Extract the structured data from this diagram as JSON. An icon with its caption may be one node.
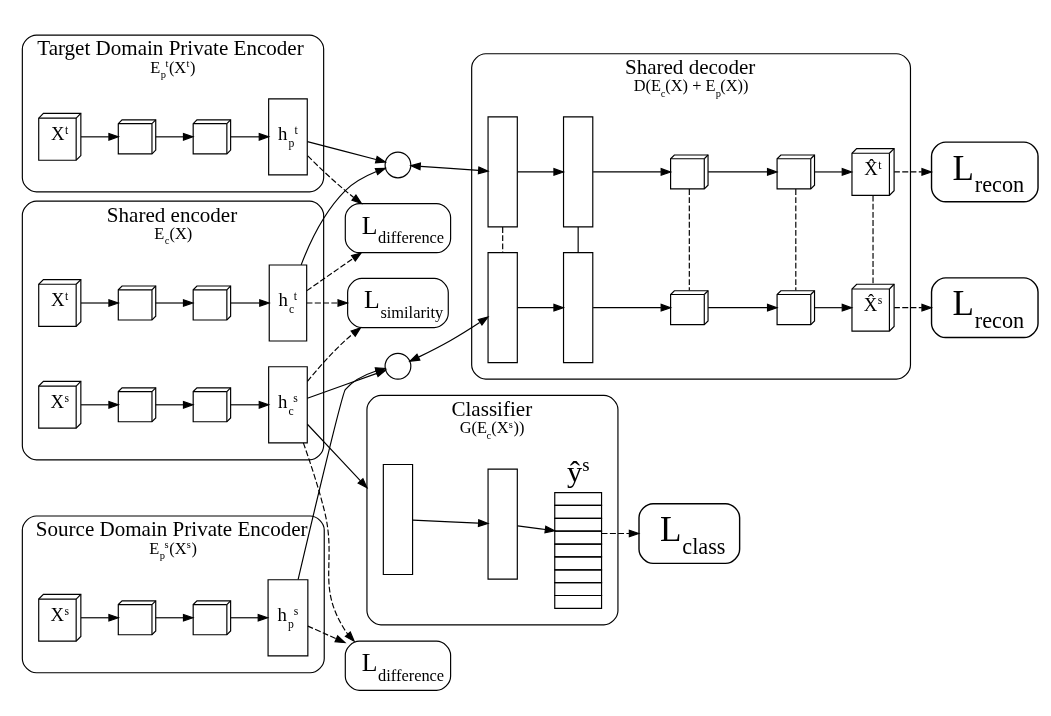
{
  "diagram": {
    "nodes": [
      {
        "text": [
          "Target Domain Private Encoder",
          "E$_{p}$$^{t}$(X$^{t}$)"
        ]
      },
      {
        "text": [
          "X$^{t}$"
        ],
        "in": 0
      },
      {
        "text": [],
        "shape": "cube",
        "in": 0
      },
      {
        "text": [],
        "shape": "cube",
        "in": 0
      },
      {
        "text": [
          "h$_{p}$$^{t}$"
        ],
        "in": 0
      },
      {
        "text": [
          "Shared encoder",
          "E$_{c}$(X)"
        ]
      },
      {
        "text": [
          "X$^{t}$"
        ],
        "in": 5
      },
      {
        "text": [],
        "shape": "cube",
        "in": 5
      },
      {
        "text": [],
        "shape": "cube",
        "in": 5
      },
      {
        "text": [
          "h$_{c}$$^{t}$"
        ],
        "in": 5
      },
      {
        "text": [
          "X$^{s}$"
        ],
        "in": 5
      },
      {
        "text": [],
        "shape": "cube",
        "in": 5
      },
      {
        "text": [],
        "shape": "cube",
        "in": 5
      },
      {
        "text": [
          "h$_{c}$$^{s}$"
        ],
        "in": 5
      },
      {
        "text": [
          "Source Domain Private Encoder",
          "E$_{p}$$^{s}$(X$^{s}$)"
        ]
      },
      {
        "text": [
          "X$^{s}$"
        ],
        "in": 14
      },
      {
        "text": [],
        "shape": "cube",
        "in": 14
      },
      {
        "text": [],
        "shape": "cube",
        "in": 14
      },
      {
        "text": [
          "h$_{p}$$^{s}$"
        ],
        "in": 14
      },
      {
        "text": [
          "L$_{difference}$"
        ]
      },
      {
        "text": [
          "L$_{similarity}$"
        ]
      },
      {
        "text": [
          "L$_{difference}$"
        ]
      },
      {
        "text": [],
        "shape": "circle"
      },
      {
        "text": [],
        "shape": "circle"
      },
      {
        "text": [
          "Shared decoder",
          "D(E$_{c}$(X) + E$_{p}$(X))"
        ]
      },
      {
        "text": [],
        "shape": "bar",
        "in": 24
      },
      {
        "text": [],
        "shape": "bar",
        "in": 24
      },
      {
        "text": [],
        "shape": "cube",
        "in": 24
      },
      {
        "text": [],
        "shape": "cube",
        "in": 24
      },
      {
        "text": [
          "X̂$^{t}$"
        ],
        "in": 24
      },
      {
        "text": [],
        "shape": "bar",
        "in": 24
      },
      {
        "text": [],
        "shape": "bar",
        "in": 24
      },
      {
        "text": [],
        "shape": "cube",
        "in": 24
      },
      {
        "text": [],
        "shape": "cube",
        "in": 24
      },
      {
        "text": [
          "X̂$^{s}$"
        ],
        "in": 24
      },
      {
        "text": [
          "L$_{recon}$"
        ]
      },
      {
        "text": [
          "L$_{recon}$"
        ]
      },
      {
        "text": [
          "Classifier",
          "G(E$_{c}$(X$^{s}$))"
        ]
      },
      {
        "text": [],
        "shape": "bar",
        "in": 37
      },
      {
        "text": [],
        "shape": "bar",
        "in": 37
      },
      {
        "text": [
          "ŷ$^{s}$"
        ],
        "in": 37
      },
      {
        "text": [
          "L$_{class}$"
        ]
      }
    ],
    "edges": [
      {
        "from": 1,
        "to": 2,
        "arrow": "to"
      },
      {
        "from": 2,
        "to": 3,
        "arrow": "to"
      },
      {
        "from": 3,
        "to": 4,
        "arrow": "to"
      },
      {
        "from": 6,
        "to": 7,
        "arrow": "to"
      },
      {
        "from": 7,
        "to": 8,
        "arrow": "to"
      },
      {
        "from": 8,
        "to": 9,
        "arrow": "to"
      },
      {
        "from": 10,
        "to": 11,
        "arrow": "to"
      },
      {
        "from": 11,
        "to": 12,
        "arrow": "to"
      },
      {
        "from": 12,
        "to": 13,
        "arrow": "to"
      },
      {
        "from": 15,
        "to": 16,
        "arrow": "to"
      },
      {
        "from": 16,
        "to": 17,
        "arrow": "to"
      },
      {
        "from": 17,
        "to": 18,
        "arrow": "to"
      },
      {
        "from": 4,
        "to": 19,
        "arrow": "to",
        "style": "dashed"
      },
      {
        "from": 9,
        "to": 19,
        "arrow": "to",
        "style": "dashed"
      },
      {
        "from": 9,
        "to": 20,
        "arrow": "to",
        "style": "dashed"
      },
      {
        "from": 13,
        "to": 20,
        "arrow": "to",
        "style": "dashed"
      },
      {
        "from": 13,
        "to": 21,
        "arrow": "to",
        "style": "dashed"
      },
      {
        "from": 18,
        "to": 21,
        "arrow": "to",
        "style": "dashed"
      },
      {
        "from": 4,
        "to": 22,
        "arrow": "to"
      },
      {
        "from": 9,
        "to": 22,
        "arrow": "to"
      },
      {
        "from": 13,
        "to": 23,
        "arrow": "to"
      },
      {
        "from": 18,
        "to": 23,
        "arrow": "to"
      },
      {
        "from": 13,
        "to": 37,
        "arrow": "to"
      },
      {
        "from": 22,
        "to": 25,
        "arrow": "both"
      },
      {
        "from": 23,
        "to": 30,
        "arrow": "both"
      },
      {
        "from": 25,
        "to": 26,
        "arrow": "to"
      },
      {
        "from": 26,
        "to": 27,
        "arrow": "to"
      },
      {
        "from": 27,
        "to": 28,
        "arrow": "to"
      },
      {
        "from": 28,
        "to": 29,
        "arrow": "to"
      },
      {
        "from": 30,
        "to": 31,
        "arrow": "to"
      },
      {
        "from": 31,
        "to": 32,
        "arrow": "to"
      },
      {
        "from": 32,
        "to": 33,
        "arrow": "to"
      },
      {
        "from": 33,
        "to": 34,
        "arrow": "to"
      },
      {
        "from": 25,
        "to": 30,
        "arrow": "none",
        "style": "dashed"
      },
      {
        "from": 26,
        "to": 31,
        "arrow": "none"
      },
      {
        "from": 27,
        "to": 32,
        "arrow": "none",
        "style": "dashed"
      },
      {
        "from": 28,
        "to": 33,
        "arrow": "none",
        "style": "dashed"
      },
      {
        "from": 29,
        "to": 34,
        "arrow": "none",
        "style": "dashed"
      },
      {
        "from": 29,
        "to": 35,
        "arrow": "to",
        "style": "dashed"
      },
      {
        "from": 34,
        "to": 36,
        "arrow": "to",
        "style": "dashed"
      },
      {
        "from": 38,
        "to": 39,
        "arrow": "to"
      },
      {
        "from": 39,
        "to": 40,
        "arrow": "to"
      },
      {
        "from": 40,
        "to": 41,
        "arrow": "to",
        "style": "dashed"
      }
    ]
  }
}
